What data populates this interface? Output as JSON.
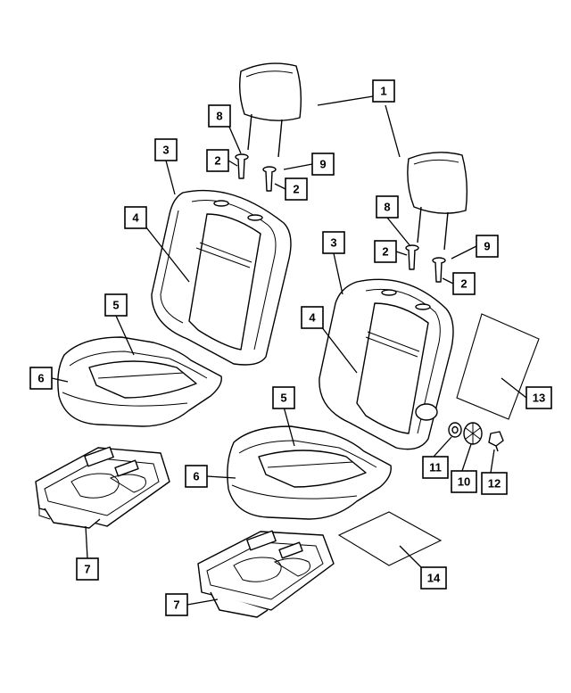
{
  "diagram": {
    "callouts": [
      {
        "id": "c1a",
        "label": "1"
      },
      {
        "id": "c8a",
        "label": "8"
      },
      {
        "id": "c2a",
        "label": "2"
      },
      {
        "id": "c9a",
        "label": "9"
      },
      {
        "id": "c2b",
        "label": "2"
      },
      {
        "id": "c3a",
        "label": "3"
      },
      {
        "id": "c4a",
        "label": "4"
      },
      {
        "id": "c5a",
        "label": "5"
      },
      {
        "id": "c6a",
        "label": "6"
      },
      {
        "id": "c7a",
        "label": "7"
      },
      {
        "id": "c8b",
        "label": "8"
      },
      {
        "id": "c2c",
        "label": "2"
      },
      {
        "id": "c9b",
        "label": "9"
      },
      {
        "id": "c2d",
        "label": "2"
      },
      {
        "id": "c3b",
        "label": "3"
      },
      {
        "id": "c4b",
        "label": "4"
      },
      {
        "id": "c5b",
        "label": "5"
      },
      {
        "id": "c6b",
        "label": "6"
      },
      {
        "id": "c7b",
        "label": "7"
      },
      {
        "id": "c13",
        "label": "13"
      },
      {
        "id": "c11",
        "label": "11"
      },
      {
        "id": "c10",
        "label": "10"
      },
      {
        "id": "c12",
        "label": "12"
      },
      {
        "id": "c14",
        "label": "14"
      }
    ]
  }
}
